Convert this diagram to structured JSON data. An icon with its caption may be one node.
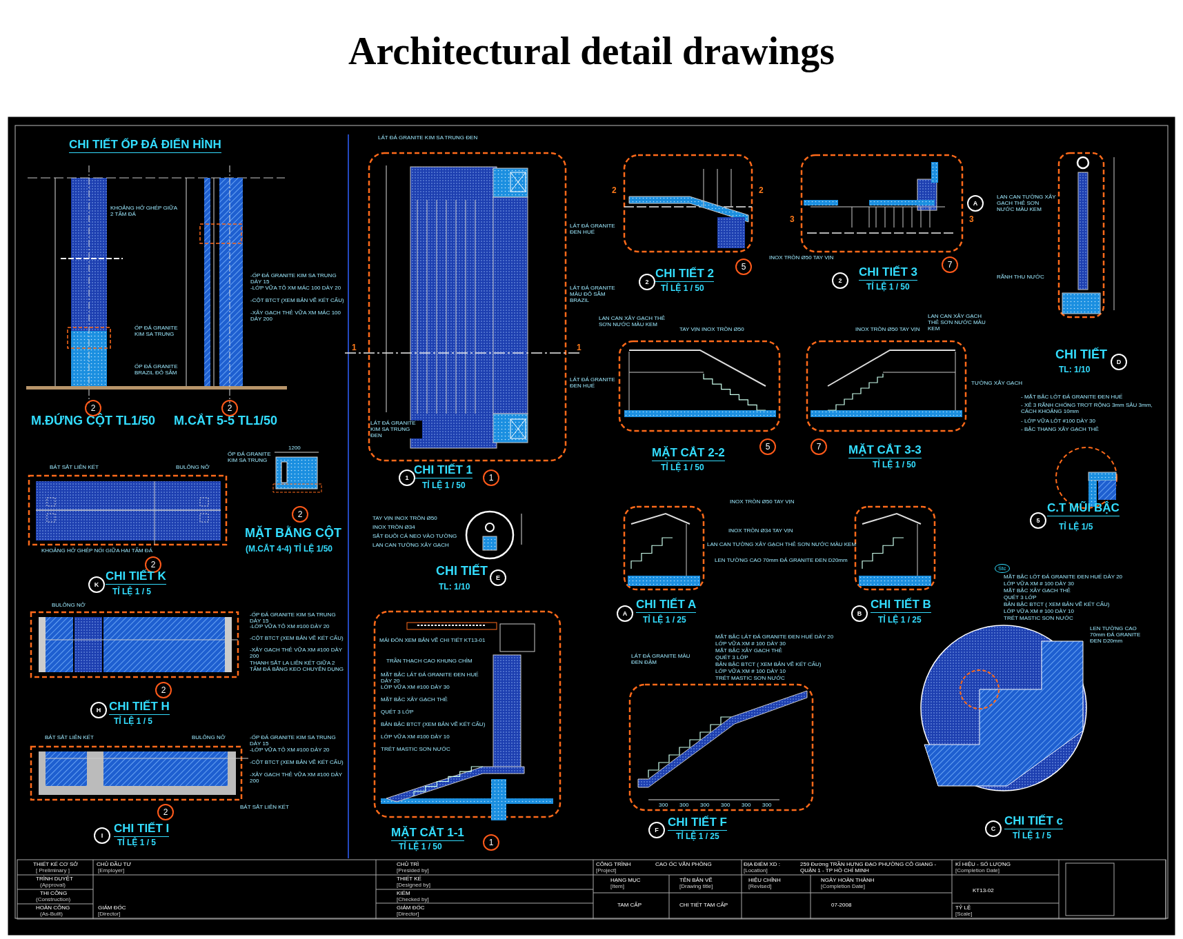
{
  "diagram": {
    "title": "Architectural detail drawings",
    "labels": [
      "CHI TIẾT ỐP ĐÁ ĐIỂN HÌNH",
      "KHOẢNG HỞ GHÉP GIỮA 2 TẤM ĐÁ",
      "-ỐP ĐÁ GRANITE KIM SA TRUNG DÀY 15",
      "-LỚP VỮA TÔ XM MÁC 100 DÀY 20",
      "-CỘT BTCT (XEM BẢN VẼ KẾT CẤU)",
      "-XÂY GẠCH THẺ VỮA XM MÁC 100 DÀY 200",
      "ỐP ĐÁ GRANITE KIM SA TRUNG",
      "ỐP ĐÁ GRANITE BRAZIL ĐỎ SẪM",
      "M.ĐỨNG CỘT TL1/50",
      "M.CẮT 5-5 TL1/50",
      "2",
      "2",
      "ỐP ĐÁ GRANITE KIM SA TRUNG",
      "1200",
      "MẶT BẰNG CỘT",
      "(M.CẮT 4-4) TỈ LỆ 1/50",
      "2",
      "BÁT SẮT LIÊN KẾT",
      "BULÔNG NỞ",
      "KHOẢNG HỞ GHÉP NỐI GIỮA HAI TẤM ĐÁ",
      "2",
      "CHI TIẾT K",
      "TỈ LỆ 1 / 5",
      "BULÔNG NỞ",
      "-ỐP ĐÁ GRANITE KIM SA TRUNG DÀY 15",
      "-LỚP VỮA TÔ XM #100 DÀY 20",
      "-CỘT BTCT (XEM BẢN VẼ KẾT CẤU)",
      "-XÂY GẠCH THẺ VỮA XM #100 DÀY 200",
      "THANH SẮT LA LIÊN KẾT GIỮA 2 TẤM ĐÁ BẰNG KEO CHUYÊN DỤNG",
      "2",
      "CHI TIẾT H",
      "TỈ LỆ 1 / 5",
      "BÁT SẮT LIÊN KẾT",
      "BULÔNG NỞ",
      "-ỐP ĐÁ GRANITE KIM SA TRUNG DÀY 15",
      "-LỚP VỮA TÔ XM #100 DÀY 20",
      "-CỘT BTCT (XEM BẢN VẼ KẾT CẤU)",
      "-XÂY GẠCH THẺ VỮA XM #100 DÀY 200",
      "BÁT SẮT LIÊN KẾT",
      "2",
      "CHI TIẾT I",
      "TỈ LỆ 1 / 5",
      "LÁT ĐÁ GRANITE KIM SA TRUNG ĐEN",
      "LÁT ĐÁ GRANITE ĐEN HUẾ",
      "LÁT ĐÁ GRANITE MÀU ĐỎ SẪM BRAZIL",
      "LÁT ĐÁ GRANITE ĐEN HUẾ",
      "LÁT ĐÁ GRANITE KIM SA TRUNG ĐEN",
      "1",
      "1",
      "CHI TIẾT 1",
      "TỈ LỆ 1 / 50",
      "1",
      "TAY VỊN INOX TRÒN Ø50",
      "INOX TRÒN Ø34",
      "SẮT ĐUÔI CÁ NEO VÀO TƯỜNG",
      "LAN CAN TƯỜNG XÂY GẠCH",
      "CHI TIẾT",
      "TL: 1/10",
      "MÁI ĐÓN XEM BẢN VẼ CHI TIẾT KT13-01",
      "TRẦN THẠCH CAO KHUNG CHÌM",
      "MẶT BẬC LÁT ĐÁ GRANITE ĐEN HUẾ DÀY 20",
      "LỚP VỮA XM #100 DÀY 30",
      "MẶT BẬC XÂY GẠCH THẺ",
      "QUÉT 3 LỚP",
      "BẢN BẬC BTCT (XEM BẢN VẼ KẾT CẤU)",
      "LỚP VỮA XM #100 DÀY 10",
      "TRÉT MASTIC SƠN NƯỚC",
      "MẶT CẮT 1-1",
      "TỈ LỆ 1 / 50",
      "1",
      "CHI TIẾT 2",
      "TỈ LỆ 1 / 50",
      "5",
      "2",
      "2",
      "INOX TRÒN Ø50 TAY VỊN",
      "CHI TIẾT 3",
      "TỈ LỆ 1 / 50",
      "7",
      "3",
      "3",
      "LAN CAN XÂY GẠCH THẺ SƠN NƯỚC MÀU KEM",
      "TAY VỊN INOX TRÒN Ø50",
      "MẶT CẮT 2-2",
      "TỈ LỆ 1 / 50",
      "5",
      "INOX TRÒN Ø50 TAY VỊN",
      "LAN CAN XÂY GẠCH THẺ SƠN NƯỚC MÀU KEM",
      "TƯỜNG XÂY GẠCH",
      "MẶT CẮT 3-3",
      "TỈ LỆ 1 / 50",
      "7",
      "LAN CAN TƯỜNG XÂY GẠCH THẺ SƠN NƯỚC MÀU KEM",
      "RÃNH THU NƯỚC",
      "CHI TIẾT",
      "TL: 1/10",
      "- MẶT BẬC LÓT ĐÁ GRANITE ĐEN HUẾ",
      "- XẺ 3 RÃNH CHỐNG TRƠT RỘNG 3mm SÂU 3mm, CÁCH KHOẢNG 10mm",
      "- LỚP VỮA LÓT #100 DÀY 30",
      "- BẬC THANG XÂY GẠCH THẺ",
      "C.T MŨI BẬC",
      "TỈ LỆ 1/5",
      "INOX TRÒN Ø50 TAY VỊN",
      "INOX TRÒN Ø34 TAY VỊN",
      "LAN CAN TƯỜNG XÂY GẠCH THẺ SƠN NƯỚC MÀU KEM",
      "LEN TƯỜNG CAO 70mm ĐÁ GRANITE ĐEN D20mm",
      "CHI TIẾT A",
      "TỈ LỆ 1 / 25",
      "CHI TIẾT B",
      "TỈ LỆ 1 / 25",
      "MẶT BẬC LÁT ĐÁ GRANITE ĐEN HUẾ DÀY 20",
      "LỚP VỮA XM # 100 DÀY 30",
      "MẶT BẬC XÂY GẠCH THẺ",
      "QUÉT 3 LỚP",
      "BẢN BẬC BTCT ( XEM BẢN VẼ KẾT CẤU)",
      "LỚP VỮA XM # 100 DÀY 10",
      "TRÉT MASTIC SƠN NƯỚC",
      "LÁT ĐÁ GRANITE MÀU ĐEN ĐẬM",
      "CHI TIẾT F",
      "TỈ LỆ 1 / 25",
      "300",
      "300",
      "300",
      "300",
      "300",
      "300",
      "MẶT BẬC LÓT ĐÁ GRANITE ĐEN HUẾ DÀY 20",
      "LỚP VỮA XM # 100 DÀY 30",
      "MẶT BẬC XÂY GẠCH THẺ",
      "QUÉT 3 LỚP",
      "BẢN BẬC BTCT ( XEM BẢN VẼ KẾT CẤU)",
      "LỚP VỮA XM # 100 DÀY 10",
      "TRÉT MASTIC SƠN NƯỚC",
      "LEN TƯỜNG CAO 70mm ĐÁ GRANITE ĐEN D20mm",
      "Stc",
      "CHI TIẾT c",
      "TỈ LỆ 1 / 5",
      "K",
      "H",
      "I",
      "E",
      "D",
      "5",
      "2",
      "2",
      "1",
      "A",
      "B",
      "F",
      "C",
      "A",
      "THIẾT KẾ CƠ SỞ",
      "[ Preliminary ]",
      "TRÌNH DUYỆT",
      "(Approval)",
      "THI CÔNG",
      "(Construction)",
      "HOÀN CÔNG",
      "(As-Built)",
      "CHỦ ĐẦU TƯ",
      "[Employer]",
      "GIÁM ĐỐC",
      "[Director]",
      "CHỦ TRÌ",
      "[Presided by]",
      "THIẾT KẾ",
      "[Designed by]",
      "KIỂM",
      "[Checked by]",
      "GIÁM ĐỐC",
      "[Director]",
      "CÔNG TRÌNH",
      "[Project]",
      "CAO ỐC VĂN PHÒNG",
      "HẠNG MỤC",
      "[Item]",
      "TÊN BẢN VẼ",
      "[Drawing title]",
      "TAM CẤP",
      "CHI TIẾT TAM CẤP",
      "ĐỊA ĐIỂM XD :",
      "[Location]",
      "259 Đường TRẦN HƯNG ĐẠO PHƯỜNG CÔ GIANG - QUẬN 1 - TP HỒ CHÍ MINH",
      "HIỆU CHỈNH",
      "[Revised]",
      "NGÀY HOÀN THÀNH",
      "[Completion Date]",
      "07-2008",
      "KÍ HIỆU - SỐ LƯỢNG",
      "[Completion Date]",
      "KT13-02",
      "TỶ LỆ",
      "[Scale]"
    ]
  }
}
